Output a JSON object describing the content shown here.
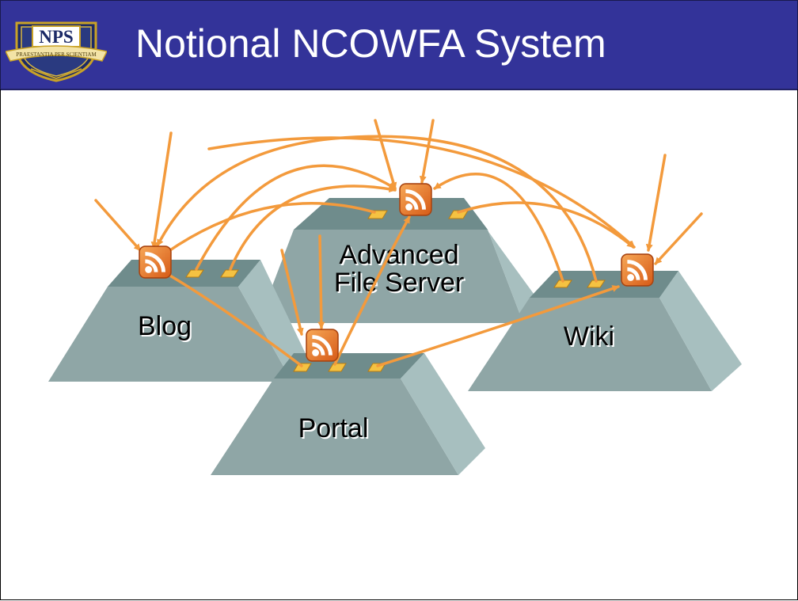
{
  "slide": {
    "title": "Notional NCOWFA System",
    "logo": {
      "text": "NPS",
      "motto": "PRAESTANTIA PER SCIENTIAM"
    }
  },
  "diagram": {
    "nodes": [
      {
        "id": "blog",
        "label": "Blog"
      },
      {
        "id": "file-server",
        "label_lines": [
          "Advanced",
          "File Server"
        ]
      },
      {
        "id": "wiki",
        "label": "Wiki"
      },
      {
        "id": "portal",
        "label": "Portal"
      }
    ],
    "colors": {
      "block_top": "#6f8c8c",
      "block_front": "#8fa6a6",
      "block_side": "#a7bfbf",
      "arrow": "#f39a3c",
      "feed_icon": "#e8762b",
      "port": "#f5c242",
      "header": "#333399"
    },
    "icons": [
      "rss-feed-icon",
      "port-icon"
    ]
  }
}
